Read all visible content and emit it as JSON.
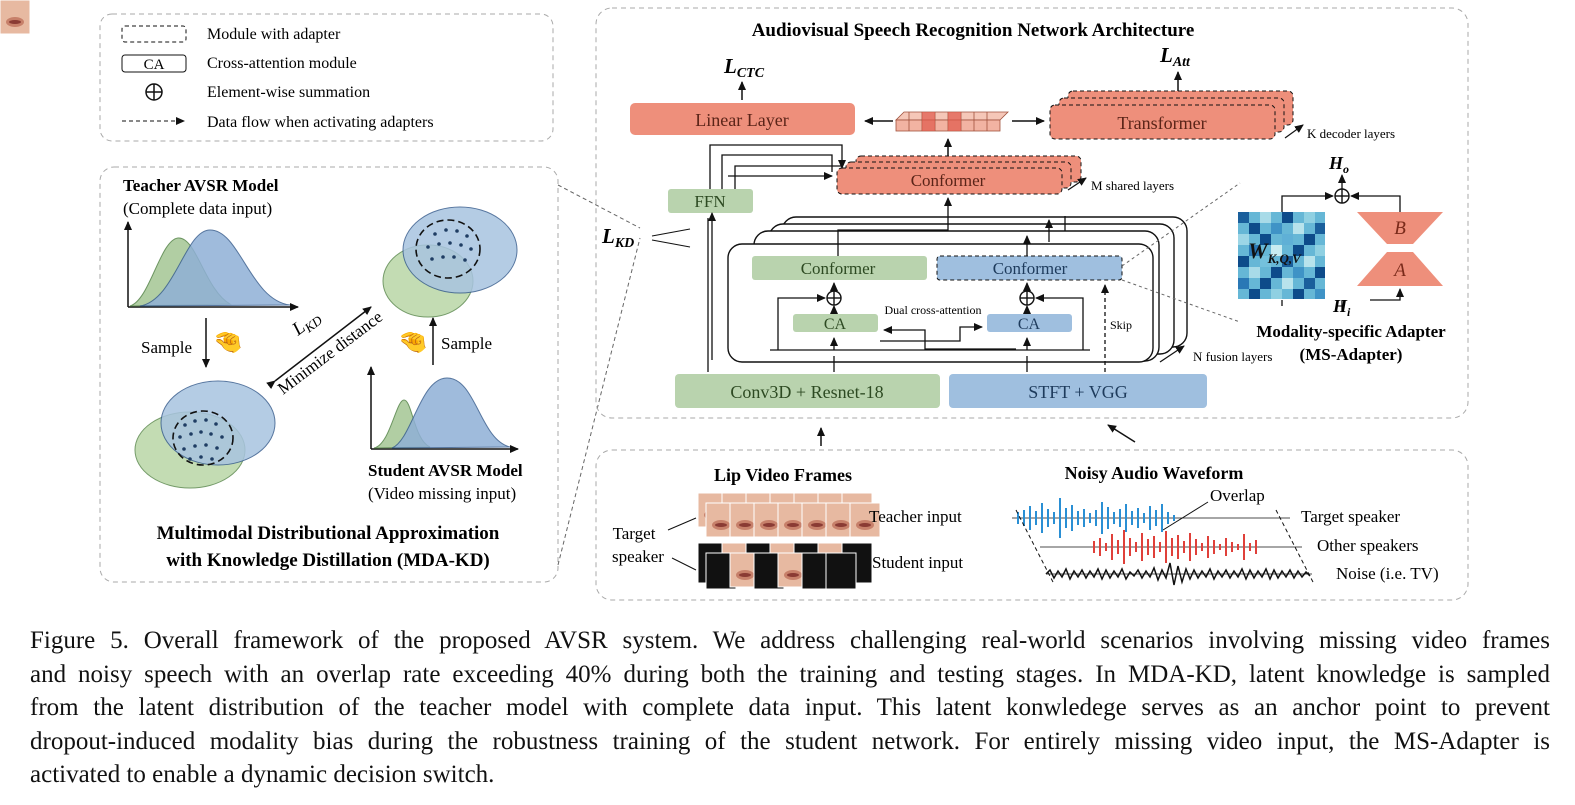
{
  "legend": {
    "module_adapter": "Module with adapter",
    "ca_box": "CA",
    "cross_attention": "Cross-attention module",
    "element_sum": "Element-wise summation",
    "data_flow": "Data flow when activating adapters"
  },
  "mdakd": {
    "teacher_title": "Teacher AVSR Model",
    "teacher_sub": "(Complete data input)",
    "sample_left": "Sample",
    "sample_right": "Sample",
    "lkd_label": "L",
    "lkd_sub": "KD",
    "minimize": "Minimize distance",
    "student_title": "Student AVSR Model",
    "student_sub": "(Video missing input)",
    "panel_title_1": "Multimodal Distributional Approximation",
    "panel_title_2": "with Knowledge Distillation (MDA-KD)"
  },
  "arch": {
    "title": "Audiovisual Speech Recognition Network Architecture",
    "loss_ctc": "L",
    "loss_ctc_sub": "CTC",
    "loss_att": "L",
    "loss_att_sub": "Att",
    "loss_kd": "L",
    "loss_kd_sub": "KD",
    "linear_layer": "Linear Layer",
    "transformer": "Transformer",
    "k_decoder": "K decoder layers",
    "conformer_shared": "Conformer",
    "m_shared": "M shared layers",
    "ffn": "FFN",
    "conformer_video": "Conformer",
    "conformer_audio": "Conformer",
    "ca_video": "CA",
    "ca_audio": "CA",
    "dual_ca": "Dual cross-attention",
    "skip": "Skip",
    "n_fusion": "N fusion layers",
    "video_frontend": "Conv3D + Resnet-18",
    "audio_frontend": "STFT + VGG"
  },
  "adapter": {
    "h_o": "H",
    "h_o_sub": "o",
    "h_i": "H",
    "h_i_sub": "i",
    "w_label": "W",
    "w_sub": "K,Q,V",
    "b_label": "B",
    "a_label": "A",
    "title_1": "Modality-specific Adapter",
    "title_2": "(MS-Adapter)"
  },
  "inputs": {
    "lip_title": "Lip Video Frames",
    "target_speaker_1": "Target",
    "target_speaker_2": "speaker",
    "teacher_input": "Teacher input",
    "student_input": "Student input",
    "audio_title": "Noisy Audio Waveform",
    "overlap": "Overlap",
    "target_spk": "Target speaker",
    "other_spk": "Other speakers",
    "noise": "Noise (i.e. TV)"
  },
  "colors": {
    "red_fill": "#ee8f7b",
    "green_fill": "#b9d3ae",
    "blue_fill": "#9fbfdf",
    "dist_blue": "#8fb0d6",
    "dist_green": "#a9c99a",
    "waveform_blue": "#2a8fd4",
    "waveform_red": "#e0403a"
  },
  "caption": {
    "line1": "Figure 5. Overall framework of the proposed AVSR system. We address challenging real-world scenarios involving missing video frames",
    "line2": "and noisy speech with an overlap rate exceeding 40% during both the training and testing stages. In MDA-KD, latent knowledge is sampled",
    "line3": "from the latent distribution of the teacher model with complete data input. This latent konwledege serves as an anchor point to prevent",
    "line4": "dropout-induced modality bias during the robustness training of the student network. For entirely missing video input, the MS-Adapter is",
    "line5": "activated to enable a dynamic decision switch."
  }
}
